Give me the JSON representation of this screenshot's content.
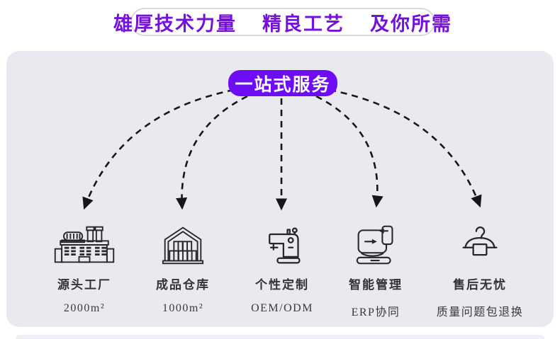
{
  "header": {
    "segments": [
      "雄厚技术力量",
      "精良工艺",
      "及你所需"
    ]
  },
  "hub": {
    "label": "一站式服务"
  },
  "services": [
    {
      "icon": "factory-icon",
      "label": "源头工厂",
      "value": "2000m²"
    },
    {
      "icon": "warehouse-icon",
      "label": "成品仓库",
      "value": "1000m²"
    },
    {
      "icon": "sewing-machine-icon",
      "label": "个性定制",
      "value": "OEM/ODM"
    },
    {
      "icon": "computer-sync-icon",
      "label": "智能管理",
      "value": "ERP协同"
    },
    {
      "icon": "hanger-icon",
      "label": "售后无忧",
      "value": "质量问题包退换"
    }
  ],
  "colors": {
    "accent_purple": "#6e0df3",
    "header_text": "#7412dc",
    "card_background": "#e8eaf0",
    "arrow": "#15151a",
    "text": "#333333"
  }
}
